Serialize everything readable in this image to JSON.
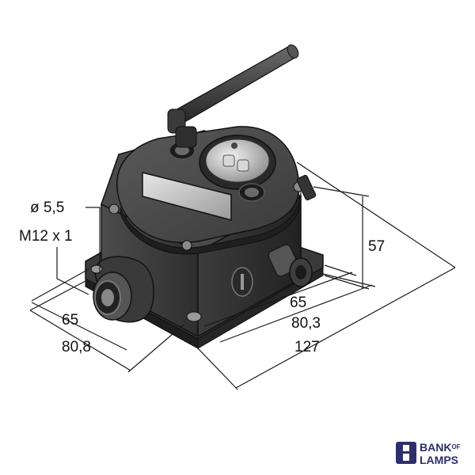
{
  "dimensions": {
    "hole_diameter": "ø 5,5",
    "connector_thread": "M12 x 1",
    "height": "57",
    "depth_mount": "65",
    "depth_total": "80,3",
    "length_total": "127",
    "width_mount": "65",
    "width_total": "80,8"
  },
  "logo": {
    "line1": "BANK",
    "line1_small": "OF",
    "line2": "LAMPS"
  },
  "colors": {
    "housing_dark": "#2b2b2b",
    "housing_mid": "#4a4a4a",
    "housing_light": "#6a6a6a",
    "logo_blue": "#2d2f6b"
  }
}
